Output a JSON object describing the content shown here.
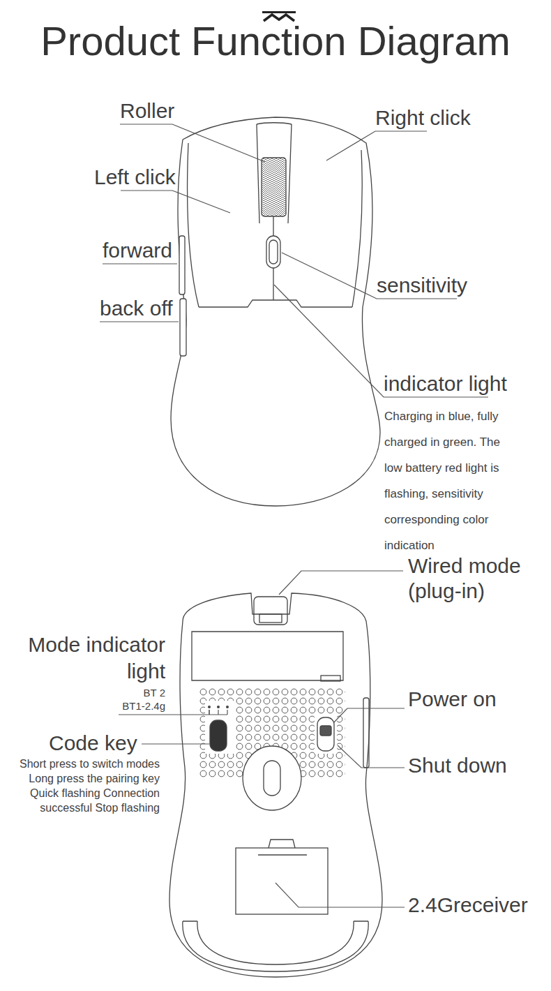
{
  "diagram": {
    "title": "Product Function Diagram",
    "labels": [
      "Roller",
      "Right click",
      "Left click",
      "forward",
      "sensitivity",
      "back off",
      "indicator light",
      "Charging in blue, fully charged in green. The low battery red light is flashing, sensitivity corresponding color indication",
      "Wired mode (plug-in)",
      "Mode indicator light",
      "BT 2",
      "BT1-2.4g",
      "Power on",
      "Code key",
      "Short press to switch modes Long press the pairing key Quick flashing Connection successful Stop flashing",
      "Shut down",
      "2.4Greceiver"
    ]
  }
}
